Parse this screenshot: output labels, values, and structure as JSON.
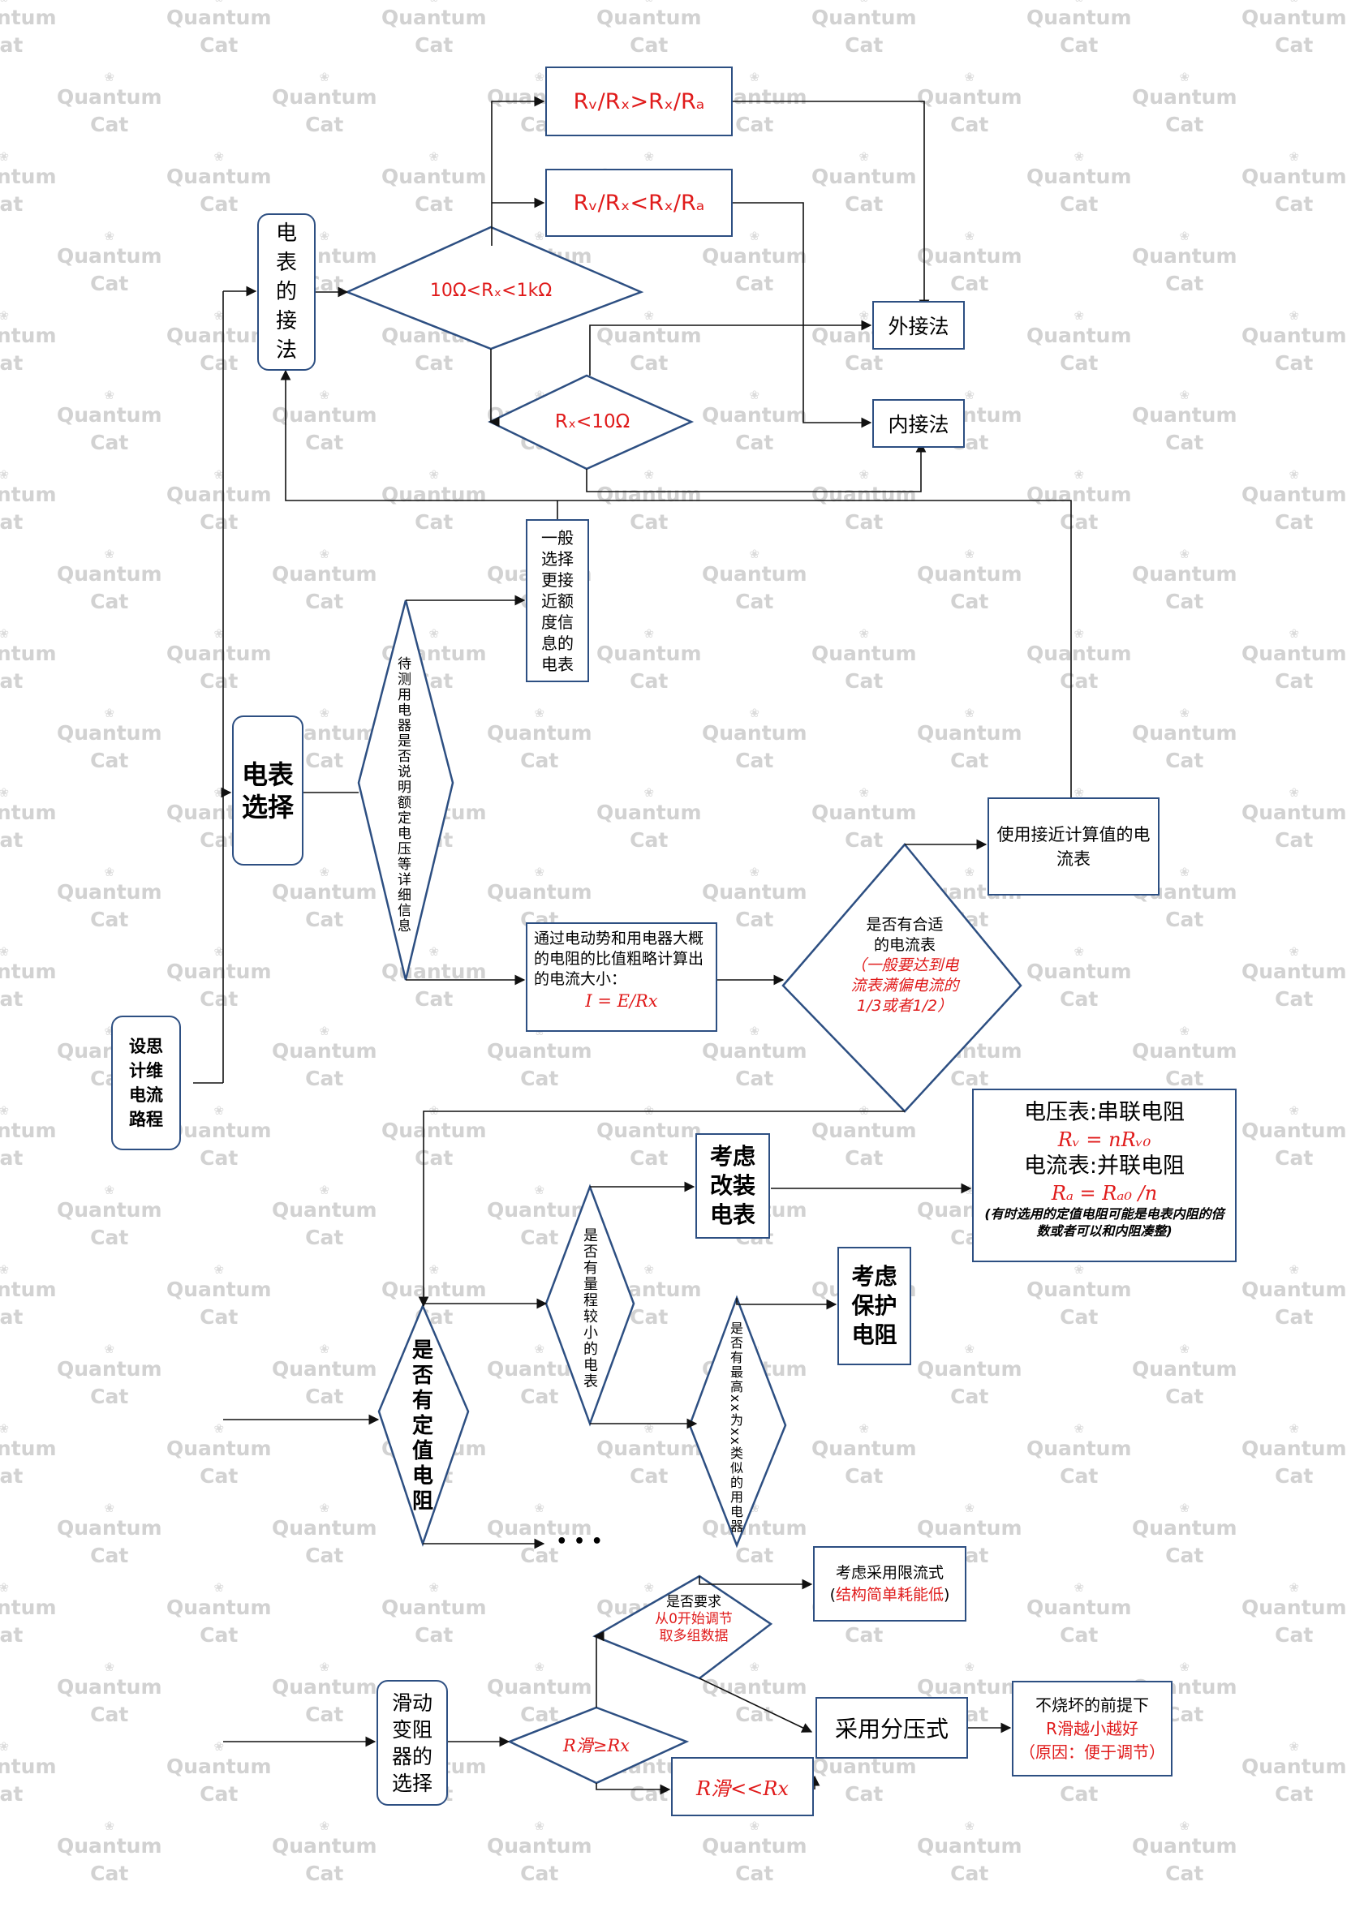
{
  "watermark": {
    "line1": "Quantum",
    "line2": "Cat"
  },
  "root": {
    "label": "设思计维电流路程"
  },
  "meter_connection": {
    "title": "电表的接法",
    "cond_large": "10Ω<Rₓ<1kΩ",
    "cmp_gt": "Rᵥ/Rₓ>Rₓ/Rₐ",
    "cmp_lt": "Rᵥ/Rₓ<Rₓ/Rₐ",
    "cond_small": "Rₓ<10Ω",
    "external": "外接法",
    "internal": "内接法"
  },
  "meter_choice": {
    "title": "电表选择",
    "question": "待测用电器是否说明额定电压等详细信息",
    "choose_close": "一般选择更接近额度信息的电表",
    "estimate_text": "通过电动势和用电器大概的电阻的比值粗略计算出的电流大小：",
    "estimate_formula": "I = E/Rx",
    "suitable_q1": "是否有合适",
    "suitable_q2": "的电流表",
    "suitable_note": "（一般要达到电流表满偏电流的1/3或者1/2）",
    "use_close": "使用接近计算值的电流表"
  },
  "resistor": {
    "title": "是否有定值电阻",
    "small_range_q": "是否有量程较小的电表",
    "consider_modify": "考虑改装电表",
    "max_q": "是否有最高xx为xx类似的用电器",
    "consider_protect": "考虑保护电阻",
    "series_title": "电压表:串联电阻",
    "series_formula": "Rᵥ = nRᵥ₀",
    "parallel_title": "电流表:并联电阻",
    "parallel_formula": "Rₐ = Rₐ₀ /n",
    "note": "(有时选用的定值电阻可能是电表内阻的倍数或者可以和内阻凑整)",
    "ellipsis": "• • •"
  },
  "rheostat": {
    "title": "滑动变阻器的选择",
    "cond_ge": "R滑≥Rx",
    "cond_ll": "R滑<<Rx",
    "zero_q": "是否要求",
    "zero_red": "从0开始调节取多组数据",
    "limit_text": "考虑采用限流式",
    "limit_red": "结构简单耗能低",
    "divider": "采用分压式",
    "divider_note1": "不烧坏的前提下",
    "divider_note2": "R滑越小越好",
    "divider_note3": "（原因：便于调节）"
  },
  "colors": {
    "border": "#2d4f82",
    "red": "#e01b1b",
    "watermark": "#d2d2d2"
  }
}
